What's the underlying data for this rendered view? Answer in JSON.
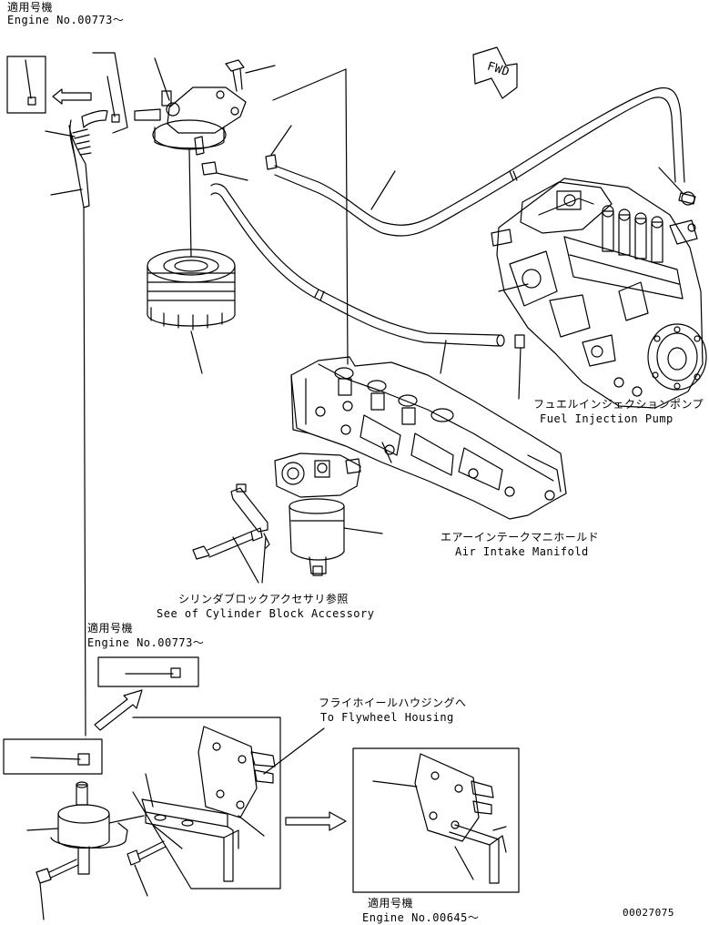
{
  "labels": {
    "applicable_jp": "適用号機",
    "engine_00773": "Engine No.00773～",
    "engine_00645": "Engine No.00645～",
    "fwd": "FWD",
    "fuel_pump_jp": "フュエルインジェクションポンプ",
    "fuel_pump_en": "Fuel Injection Pump",
    "air_manifold_jp": "エアーインテークマニホールド",
    "air_manifold_en": "Air Intake Manifold",
    "cylinder_jp": "シリンダブロックアクセサリ参照",
    "cylinder_en": "See of Cylinder Block Accessory",
    "flywheel_jp": "フライホイールハウジングへ",
    "flywheel_en": "To Flywheel Housing",
    "drawing_no": "00027075"
  }
}
